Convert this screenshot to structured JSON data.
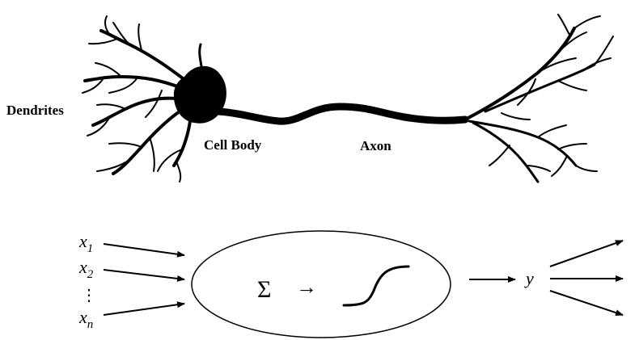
{
  "neuron": {
    "dendrites_label": "Dendrites",
    "cell_body_label": "Cell Body",
    "axon_label": "Axon"
  },
  "model": {
    "inputs": [
      {
        "symbol": "x",
        "subscript": "1"
      },
      {
        "symbol": "x",
        "subscript": "2"
      },
      {
        "symbol": "x",
        "subscript": "n"
      }
    ],
    "ellipsis": "⋮",
    "sum_symbol": "Σ",
    "arrow_symbol": "→",
    "output_symbol": "y"
  }
}
